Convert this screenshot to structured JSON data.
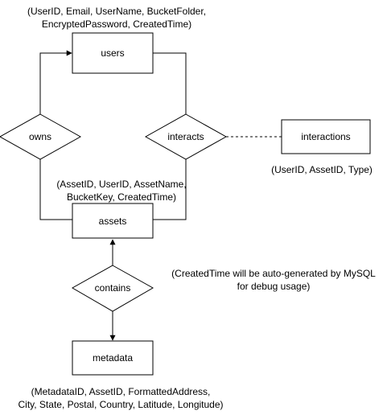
{
  "entities": {
    "users": "users",
    "assets": "assets",
    "metadata": "metadata",
    "interactions": "interactions"
  },
  "relationships": {
    "owns": "owns",
    "interacts": "interacts",
    "contains": "contains"
  },
  "notes": {
    "users": {
      "line1": "(UserID, Email, UserName, BucketFolder,",
      "line2": "EncryptedPassword, CreatedTime)"
    },
    "interactions": {
      "line1": "(UserID, AssetID, Type)"
    },
    "assets": {
      "line1": "(AssetID, UserID, AssetName,",
      "line2": "BucketKey, CreatedTime)"
    },
    "mysql": {
      "line1": "(CreatedTime will be auto-generated by MySQL",
      "line2": "for debug usage)"
    },
    "metadata": {
      "line1": "(MetadataID, AssetID, FormattedAddress,",
      "line2": "City, State, Postal, Country, Latitude, Longitude)"
    }
  },
  "colors": {
    "stroke": "#000000",
    "fill": "#ffffff",
    "text": "#000000"
  }
}
